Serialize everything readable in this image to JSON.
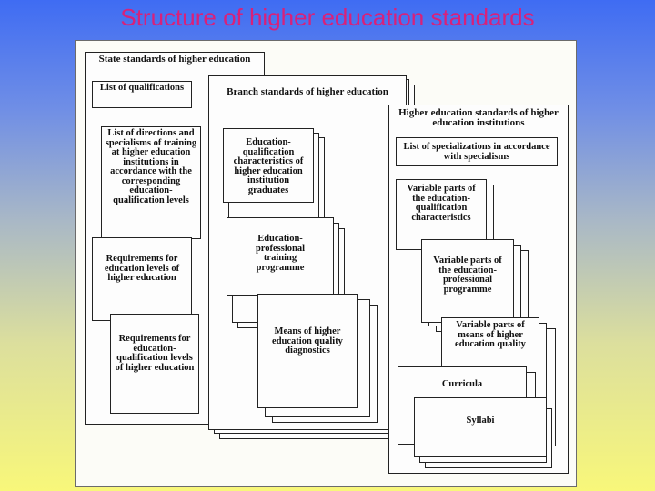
{
  "title": "Structure of higher education standards",
  "columns": {
    "state": {
      "header": "State standards of higher education",
      "items": [
        "List of qualifications",
        "List of directions and specialisms of training at higher education institutions in accordance with the corresponding education-qualification levels",
        "Requirements for education levels of higher education",
        "Requirements for education-qualification levels of higher education"
      ]
    },
    "branch": {
      "header": "Branch standards of higher education",
      "items": [
        "Education-qualification characteristics of higher education institution graduates",
        "Education-professional training programme",
        "Means of higher education quality diagnostics"
      ]
    },
    "institution": {
      "header": "Higher education standards of higher education institutions",
      "items": [
        "List of specializations in accordance with specialisms",
        "Variable parts of the education-qualification characteristics",
        "Variable parts of the education-professional programme",
        "Variable parts of means of higher education quality",
        "Curricula",
        "Syllabi"
      ]
    }
  }
}
